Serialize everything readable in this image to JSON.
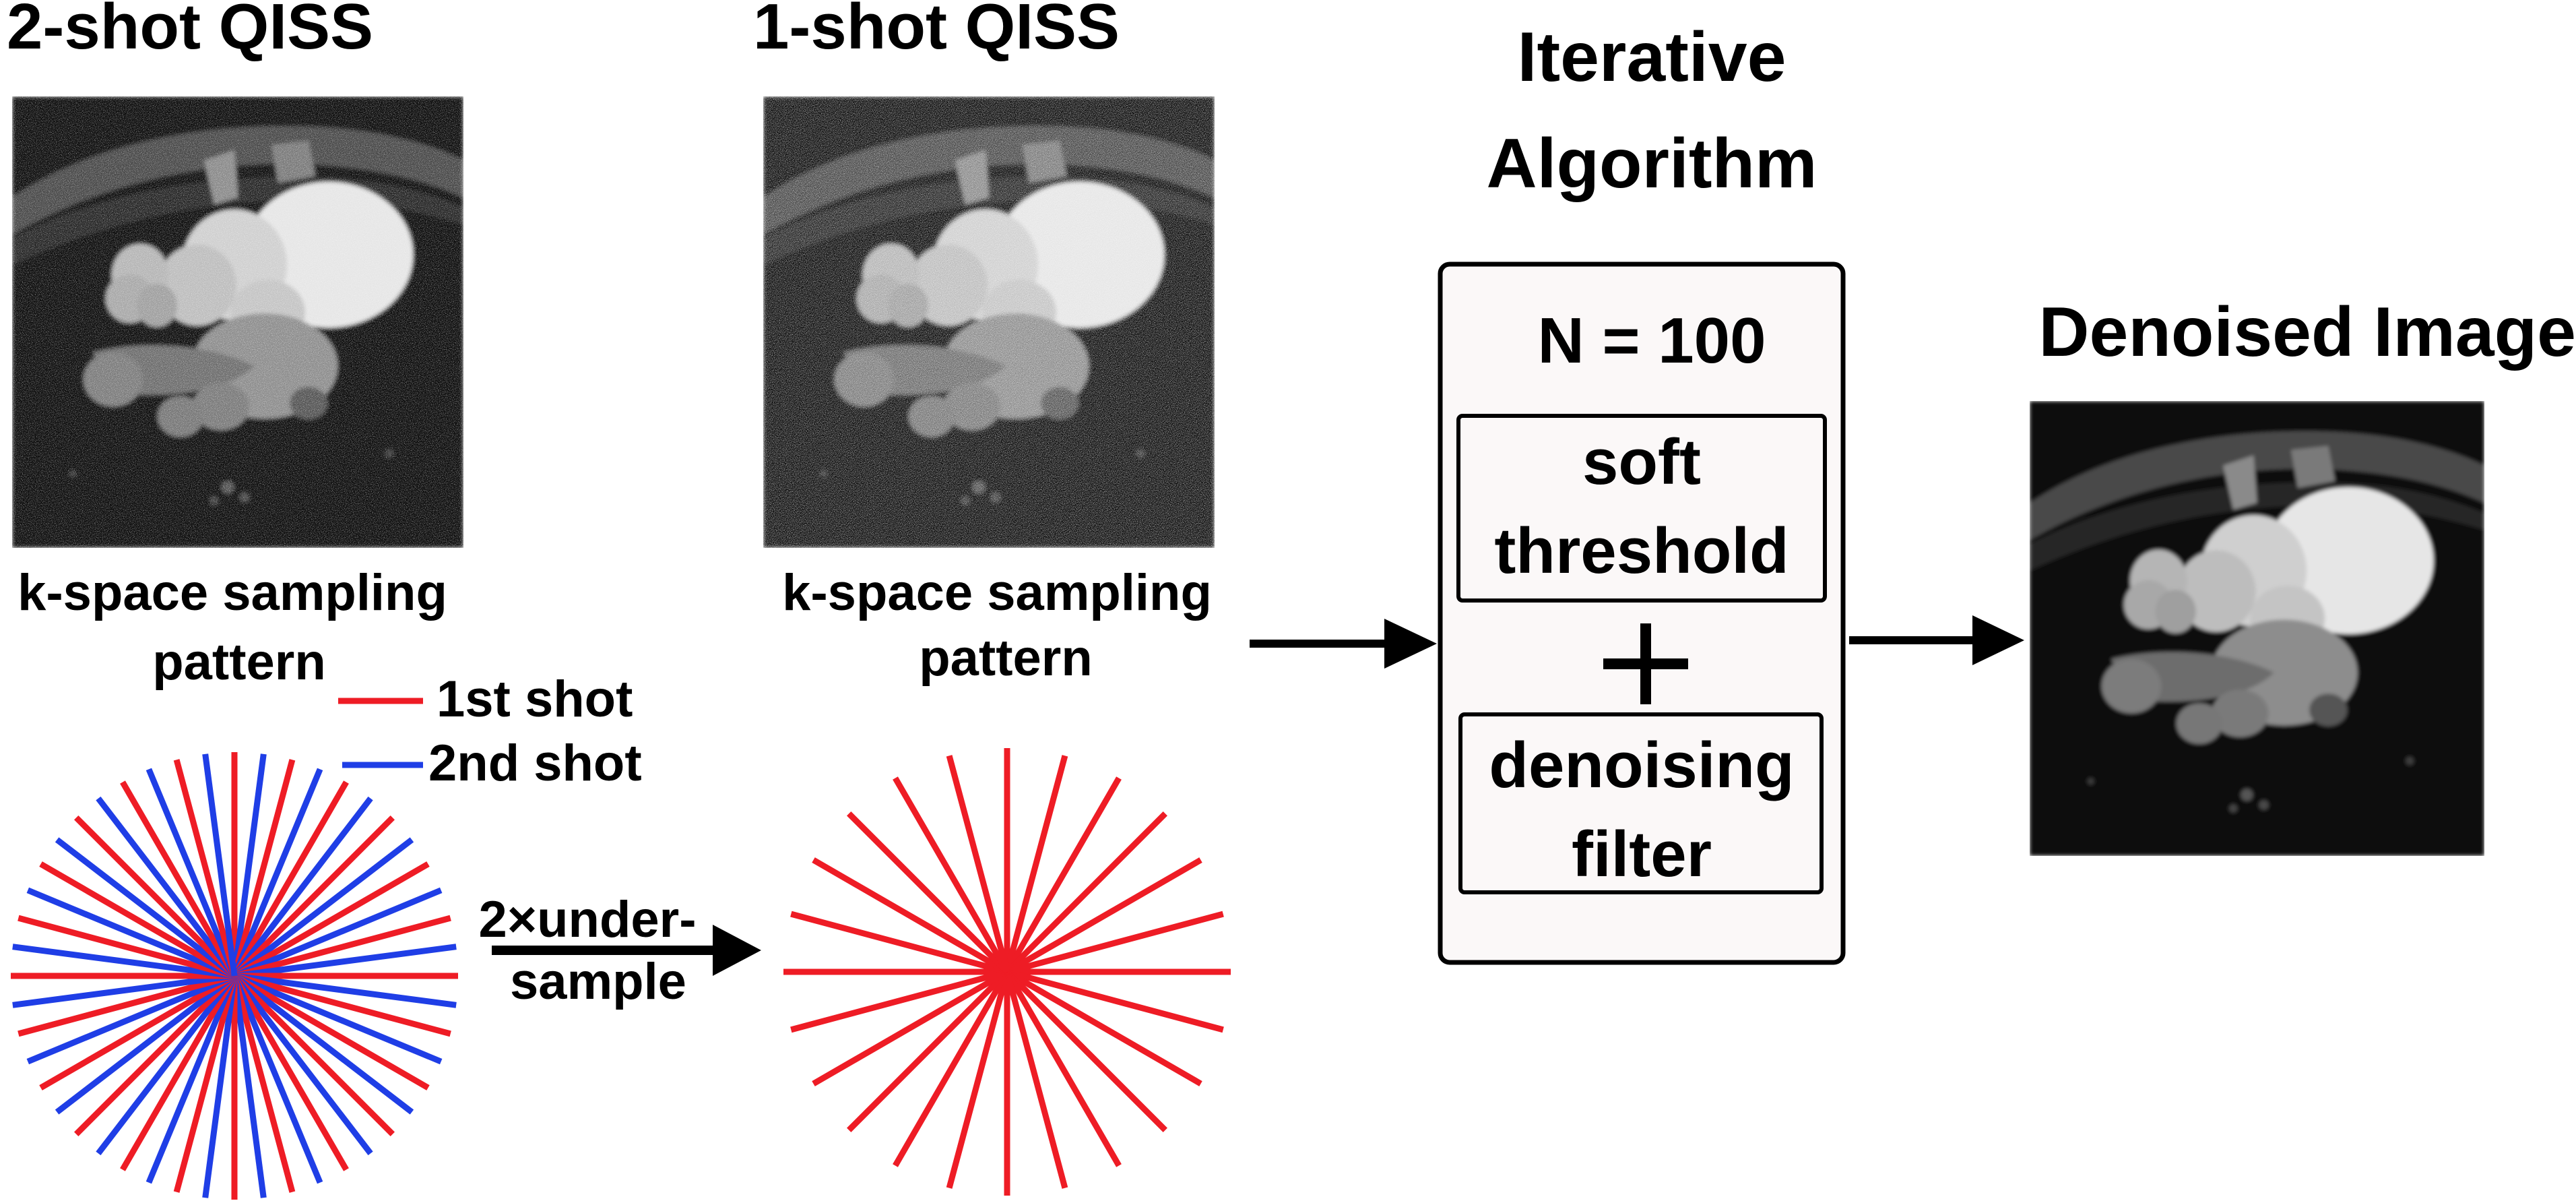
{
  "panels": {
    "two_shot": {
      "title": "2-shot QISS",
      "sampling_caption_line1": "k-space sampling",
      "sampling_caption_line2": "pattern"
    },
    "one_shot": {
      "title": "1-shot QISS",
      "sampling_caption_line1": "k-space sampling",
      "sampling_caption_line2": "pattern"
    },
    "algorithm": {
      "title_line1": "Iterative",
      "title_line2": "Algorithm",
      "iterations": "N = 100",
      "step1_line1": "soft",
      "step1_line2": "threshold",
      "plus": "+",
      "step2_line1": "denoising",
      "step2_line2": "filter"
    },
    "output": {
      "title": "Denoised Image"
    }
  },
  "legend": {
    "first_shot": "1st shot",
    "second_shot": "2nd shot"
  },
  "undersample": {
    "label_line1": "2×under-",
    "label_line2": "sample"
  },
  "spokes": {
    "two_shot_total": 48,
    "one_shot_total": 24
  },
  "colors": {
    "first_shot": "#ee1c25",
    "second_shot": "#1f3ee6",
    "arrow": "#000000",
    "box_fill": "#fbf8f8",
    "mri_background": "#0d0d0d"
  }
}
